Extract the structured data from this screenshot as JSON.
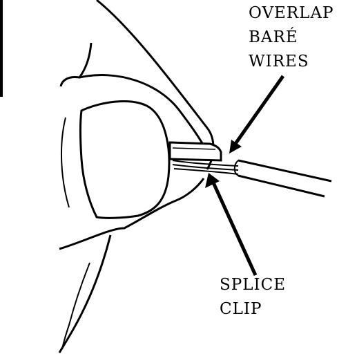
{
  "colors": {
    "ink": "#000000",
    "paper": "#ffffff"
  },
  "callouts": {
    "overlap": {
      "lines": [
        "OVERLAP",
        "BARÉ",
        "WIRES"
      ]
    },
    "splice_clip": {
      "lines": [
        "SPLICE",
        "CLIP"
      ]
    }
  },
  "icons": [
    "hand-illustration",
    "wire-illustration",
    "pointer-arrow"
  ]
}
